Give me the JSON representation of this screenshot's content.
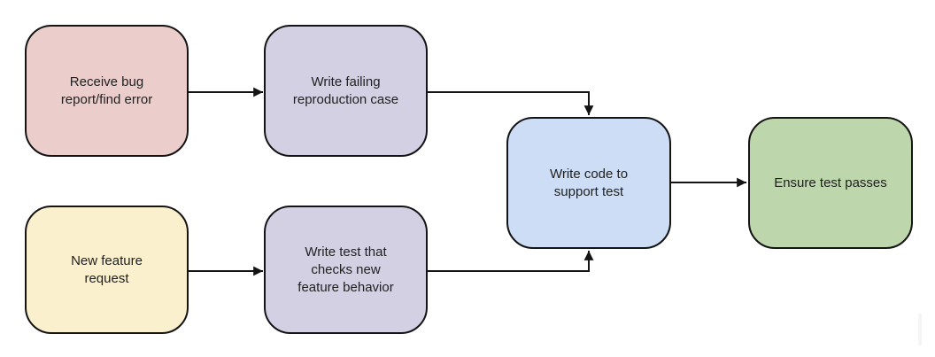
{
  "nodes": [
    {
      "id": "bug-report",
      "label": "Receive bug report/find error",
      "fill": "#ebcecb"
    },
    {
      "id": "failing-repro",
      "label": "Write failing reproduction case",
      "fill": "#d4d0e4"
    },
    {
      "id": "feature-request",
      "label": "New feature request",
      "fill": "#fbf0cd"
    },
    {
      "id": "write-test",
      "label": "Write test that checks new feature behavior",
      "fill": "#d4d0e4"
    },
    {
      "id": "write-code",
      "label": "Write code to support test",
      "fill": "#ccddf5"
    },
    {
      "id": "ensure-pass",
      "label": "Ensure test passes",
      "fill": "#bdd6ab"
    }
  ],
  "edges": [
    {
      "from": "bug-report",
      "to": "failing-repro"
    },
    {
      "from": "failing-repro",
      "to": "write-code"
    },
    {
      "from": "feature-request",
      "to": "write-test"
    },
    {
      "from": "write-test",
      "to": "write-code"
    },
    {
      "from": "write-code",
      "to": "ensure-pass"
    }
  ],
  "colors": {
    "stroke": "#141414",
    "text": "#212121",
    "background": "#ffffff"
  }
}
